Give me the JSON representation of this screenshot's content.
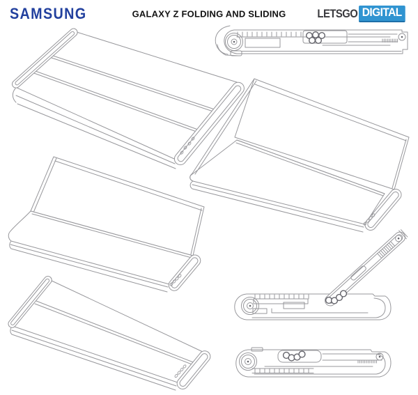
{
  "header": {
    "brand": "SAMSUNG",
    "title": "GALAXY Z FOLDING AND SLIDING",
    "watermark": {
      "left": "LETSGO",
      "right": "DIGITAL"
    }
  },
  "colors": {
    "samsung_blue": "#22409e",
    "badge_blue": "#3094d1",
    "watermark_dark": "#3a3a3e",
    "title_color": "#121212",
    "line_gray": "#97979b",
    "roller_gray": "#63636a",
    "background": "#ffffff"
  },
  "figures": [
    {
      "id": "fig-1",
      "view": "perspective",
      "state": "closed device, wraparound display seams, side port holes",
      "position": "top-left"
    },
    {
      "id": "fig-2",
      "view": "side cross-section",
      "state": "closed; left hinge roller, rack teeth, ball rollers, right pivot",
      "position": "top-right"
    },
    {
      "id": "fig-3",
      "view": "perspective",
      "state": "half open, screen raised",
      "position": "middle-right"
    },
    {
      "id": "fig-4",
      "view": "perspective",
      "state": "half open, tent orientation",
      "position": "middle-left"
    },
    {
      "id": "fig-5",
      "view": "perspective",
      "state": "folded flat",
      "position": "bottom-left"
    },
    {
      "id": "fig-6",
      "view": "side cross-section",
      "state": "half open, arm raised ~45 degrees with ball rollers at joint",
      "position": "middle-right-lower"
    },
    {
      "id": "fig-7",
      "view": "side cross-section",
      "state": "closed; rollers centered, rack teeth along bottom",
      "position": "bottom-right"
    }
  ]
}
